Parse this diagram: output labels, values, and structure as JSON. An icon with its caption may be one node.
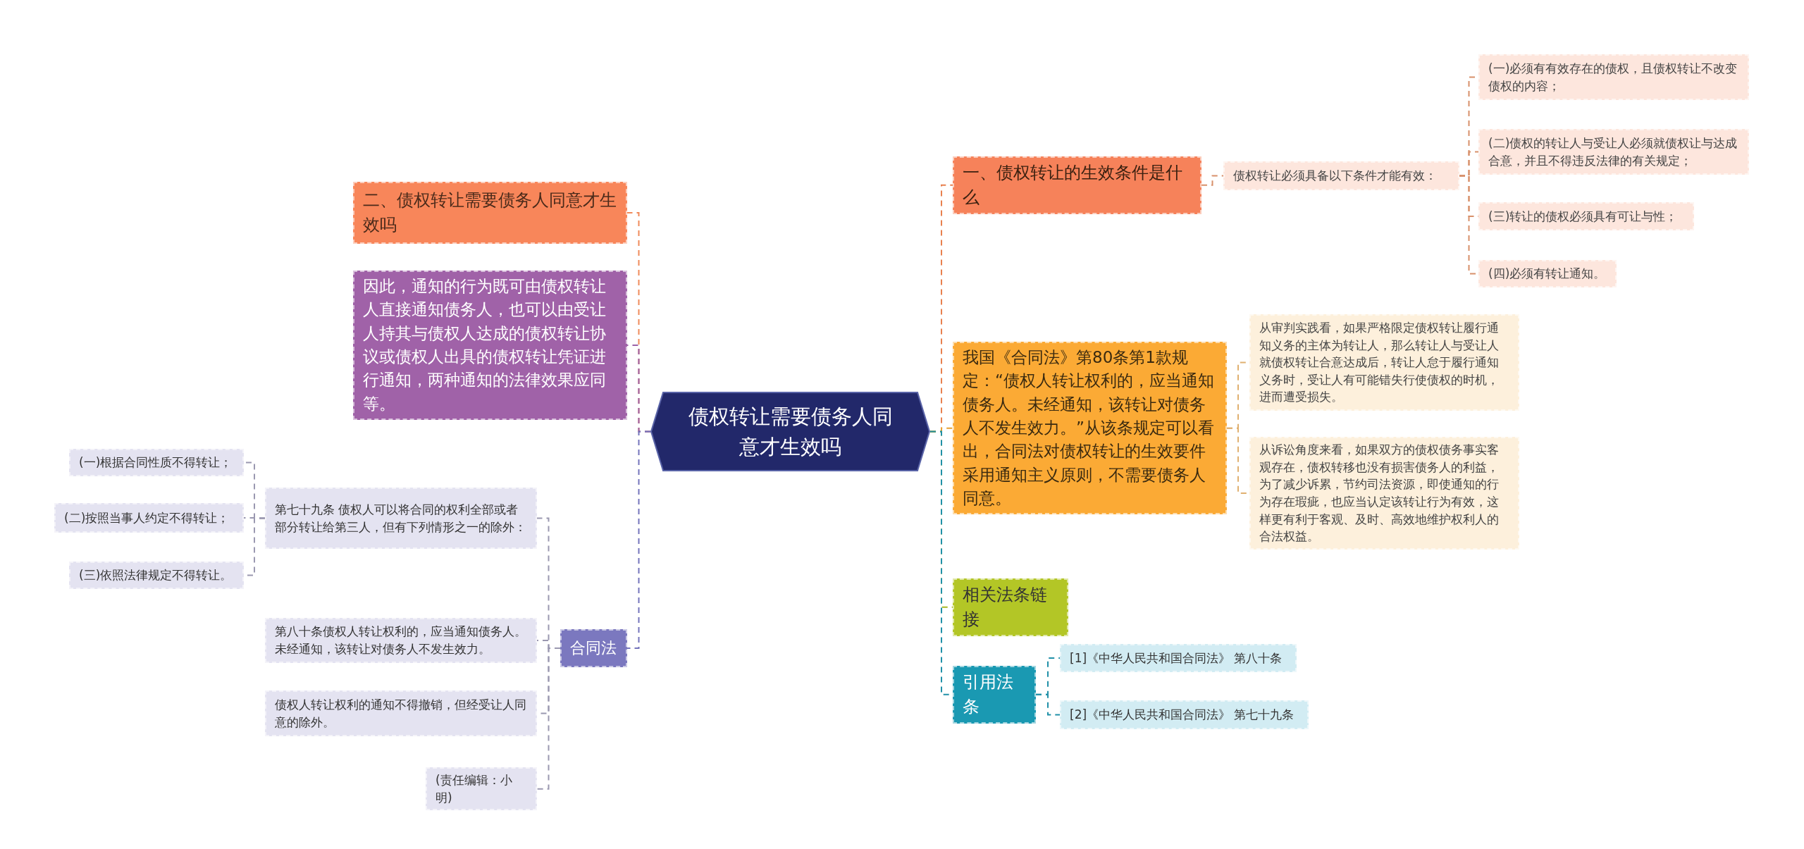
{
  "diagram": {
    "nodes": [
      {
        "text": [
          "债权转让需要债务人同意才生效吗"
        ]
      },
      {
        "text": [
          "二、债权转让需要债务人同意才生效吗"
        ]
      },
      {
        "text": [
          "因此，通知的行为既可由债权转让人直接通知债务人，也可以由受让人持其与债权人达成的债权转让协议或债权人出具的债权转让凭证进行通知，两种通知的法律效果应同等。"
        ]
      },
      {
        "text": [
          "合同法"
        ]
      },
      {
        "text": [
          "第七十九条 债权人可以将合同的权利全部或者部分转让给第三人，但有下列情形之一的除外："
        ]
      },
      {
        "text": [
          "(一)根据合同性质不得转让；"
        ]
      },
      {
        "text": [
          "(二)按照当事人约定不得转让；"
        ]
      },
      {
        "text": [
          "(三)依照法律规定不得转让。"
        ]
      },
      {
        "text": [
          "第八十条债权人转让权利的，应当通知债务人。未经通知，该转让对债务人不发生效力。"
        ]
      },
      {
        "text": [
          "债权人转让权利的通知不得撤销，但经受让人同意的除外。"
        ]
      },
      {
        "text": [
          "(责任编辑：小明)"
        ]
      },
      {
        "text": [
          "一、债权转让的生效条件是什么"
        ]
      },
      {
        "text": [
          "债权转让必须具备以下条件才能有效："
        ]
      },
      {
        "text": [
          "(一)必须有有效存在的债权，且债权转让不改变债权的内容；"
        ]
      },
      {
        "text": [
          "(二)债权的转让人与受让人必须就债权让与达成合意，并且不得违反法律的有关规定；"
        ]
      },
      {
        "text": [
          "(三)转让的债权必须具有可让与性；"
        ]
      },
      {
        "text": [
          "(四)必须有转让通知。"
        ]
      },
      {
        "text": [
          "我国《合同法》第80条第1款规定：“债权人转让权利的，应当通知债务人。未经通知，该转让对债务人不发生效力。”从该条规定可以看出，合同法对债权转让的生效要件采用通知主义原则，不需要债务人同意。"
        ]
      },
      {
        "text": [
          "从审判实践看，如果严格限定债权转让履行通知义务的主体为转让人，那么转让人与受让人就债权转让合意达成后，转让人怠于履行通知义务时，受让人有可能错失行使债权的时机，进而遭受损失。"
        ]
      },
      {
        "text": [
          "从诉讼角度来看，如果双方的债权债务事实客观存在，债权转移也没有损害债务人的利益，为了减少诉累，节约司法资源，即使通知的行为存在瑕疵，也应当认定该转让行为有效，这样更有利于客观、及时、高效地维护权利人的合法权益。"
        ]
      },
      {
        "text": [
          "相关法条链接"
        ]
      },
      {
        "text": [
          "引用法条"
        ]
      },
      {
        "text": [
          "[1]《中华人民共和国合同法》 第八十条"
        ]
      },
      {
        "text": [
          "[2]《中华人民共和国合同法》 第七十九条"
        ]
      }
    ],
    "edges": [
      {
        "from": 0,
        "to": 1,
        "arrow": "none",
        "style": "dashed",
        "color": "#f08a5a"
      },
      {
        "from": 0,
        "to": 2,
        "arrow": "none",
        "style": "dashed",
        "color": "#9b62a8"
      },
      {
        "from": 0,
        "to": 3,
        "arrow": "none",
        "style": "dashed",
        "color": "#7474bc"
      },
      {
        "from": 3,
        "to": 4,
        "arrow": "none",
        "style": "dashed",
        "color": "#9a98b0"
      },
      {
        "from": 3,
        "to": 8,
        "arrow": "none",
        "style": "dashed",
        "color": "#9a98b0"
      },
      {
        "from": 3,
        "to": 9,
        "arrow": "none",
        "style": "dashed",
        "color": "#9a98b0"
      },
      {
        "from": 3,
        "to": 10,
        "arrow": "none",
        "style": "dashed",
        "color": "#9a98b0"
      },
      {
        "from": 4,
        "to": 5,
        "arrow": "none",
        "style": "dashed",
        "color": "#9a98b0"
      },
      {
        "from": 4,
        "to": 6,
        "arrow": "none",
        "style": "dashed",
        "color": "#9a98b0"
      },
      {
        "from": 4,
        "to": 7,
        "arrow": "none",
        "style": "dashed",
        "color": "#9a98b0"
      },
      {
        "from": 0,
        "to": 11,
        "arrow": "none",
        "style": "dashed",
        "color": "#e8804e"
      },
      {
        "from": 11,
        "to": 12,
        "arrow": "none",
        "style": "dashed",
        "color": "#d8906a"
      },
      {
        "from": 12,
        "to": 13,
        "arrow": "none",
        "style": "dashed",
        "color": "#d8906a"
      },
      {
        "from": 12,
        "to": 14,
        "arrow": "none",
        "style": "dashed",
        "color": "#d8906a"
      },
      {
        "from": 12,
        "to": 15,
        "arrow": "none",
        "style": "dashed",
        "color": "#d8906a"
      },
      {
        "from": 12,
        "to": 16,
        "arrow": "none",
        "style": "dashed",
        "color": "#d8906a"
      },
      {
        "from": 0,
        "to": 17,
        "arrow": "none",
        "style": "dashed",
        "color": "#e8a030"
      },
      {
        "from": 17,
        "to": 18,
        "arrow": "none",
        "style": "dashed",
        "color": "#e0b070"
      },
      {
        "from": 17,
        "to": 19,
        "arrow": "none",
        "style": "dashed",
        "color": "#e0b070"
      },
      {
        "from": 0,
        "to": 20,
        "arrow": "none",
        "style": "dashed",
        "color": "#a8b820"
      },
      {
        "from": 0,
        "to": 21,
        "arrow": "none",
        "style": "dashed",
        "color": "#2090a8"
      },
      {
        "from": 21,
        "to": 22,
        "arrow": "none",
        "style": "dashed",
        "color": "#2090a8"
      },
      {
        "from": 21,
        "to": 23,
        "arrow": "none",
        "style": "dashed",
        "color": "#2090a8"
      }
    ]
  }
}
